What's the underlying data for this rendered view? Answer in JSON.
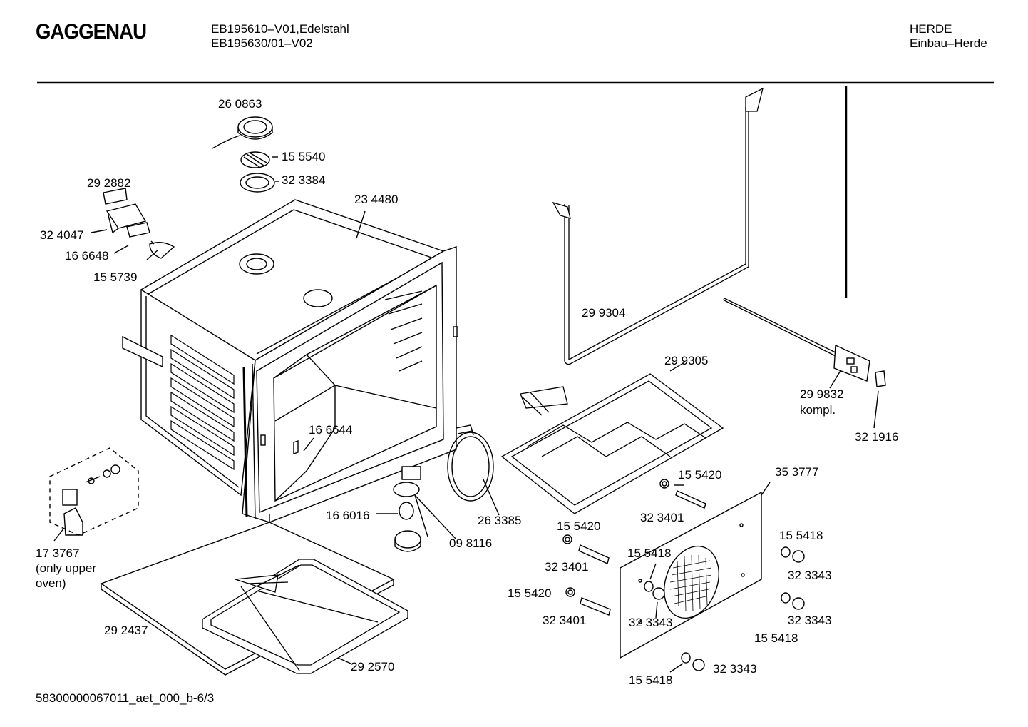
{
  "header": {
    "brand": "GAGGENAU",
    "model_line1": "EB195610–V01,Edelstahl",
    "model_line2": "EB195630/01–V02",
    "category_line1": "HERDE",
    "category_line2": "Einbau–Herde"
  },
  "footer": {
    "doc_code": "58300000067011_aet_000_b-6/3"
  },
  "parts": [
    {
      "id": "p260863",
      "label": "26 0863"
    },
    {
      "id": "p155540",
      "label": "15 5540"
    },
    {
      "id": "p323384",
      "label": "32 3384"
    },
    {
      "id": "p292882",
      "label": "29 2882"
    },
    {
      "id": "p234480",
      "label": "23 4480"
    },
    {
      "id": "p324047",
      "label": "32 4047"
    },
    {
      "id": "p166648",
      "label": "16 6648"
    },
    {
      "id": "p155739",
      "label": "15 5739"
    },
    {
      "id": "p299304",
      "label": "29 9304"
    },
    {
      "id": "p299305",
      "label": "29 9305"
    },
    {
      "id": "p299832a",
      "label": "29 9832"
    },
    {
      "id": "p299832b",
      "label": "kompl."
    },
    {
      "id": "p321916",
      "label": "32 1916"
    },
    {
      "id": "p166644",
      "label": "16 6644"
    },
    {
      "id": "p155420a",
      "label": "15 5420"
    },
    {
      "id": "p353777",
      "label": "35 3777"
    },
    {
      "id": "p323401a",
      "label": "32 3401"
    },
    {
      "id": "p166016",
      "label": "16 6016"
    },
    {
      "id": "p263385",
      "label": "26 3385"
    },
    {
      "id": "p155420b",
      "label": "15 5420"
    },
    {
      "id": "p155418a",
      "label": "15 5418"
    },
    {
      "id": "p098116",
      "label": "09 8116"
    },
    {
      "id": "p323401b",
      "label": "32 3401"
    },
    {
      "id": "p155418b",
      "label": "15 5418"
    },
    {
      "id": "p323343a",
      "label": "32 3343"
    },
    {
      "id": "p173767a",
      "label": "17 3767"
    },
    {
      "id": "p173767b",
      "label": "(only upper"
    },
    {
      "id": "p173767c",
      "label": "oven)"
    },
    {
      "id": "p155420c",
      "label": "15 5420"
    },
    {
      "id": "p323343b",
      "label": "32 3343"
    },
    {
      "id": "p323401c",
      "label": "32 3401"
    },
    {
      "id": "p323343c",
      "label": "32 3343"
    },
    {
      "id": "p155418c",
      "label": "15 5418"
    },
    {
      "id": "p292437",
      "label": "29 2437"
    },
    {
      "id": "p292570",
      "label": "29 2570"
    },
    {
      "id": "p155418d",
      "label": "15 5418"
    },
    {
      "id": "p323343d",
      "label": "32 3343"
    }
  ]
}
